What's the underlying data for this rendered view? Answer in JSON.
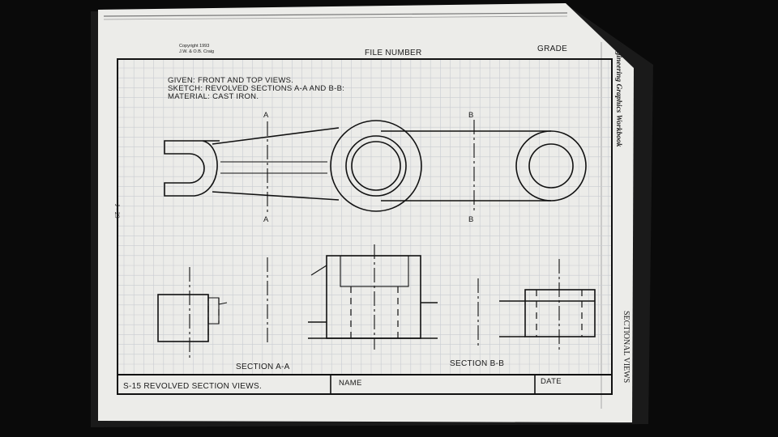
{
  "header": {
    "copyright_line1": "Copyright 1993",
    "copyright_line2": "J.W. & O.B. Craig",
    "file_number_label": "FILE NUMBER",
    "grade_label": "GRADE"
  },
  "given": {
    "line1": "GIVEN: FRONT AND TOP VIEWS.",
    "line2": "SKETCH: REVOLVED SECTIONS A-A AND B-B:",
    "line3": "MATERIAL: CAST IRON."
  },
  "cutting_planes": {
    "a_top": "A",
    "a_bottom": "A",
    "b_top": "B",
    "b_bottom": "B"
  },
  "section_labels": {
    "aa": "SECTION A-A",
    "bb": "SECTION B-B"
  },
  "title_block": {
    "title": "S-15 REVOLVED SECTION VIEWS.",
    "name_label": "NAME",
    "date_label": "DATE"
  },
  "side": {
    "page_number": "J - 29",
    "workbook": "Engineering Graphics Workbook",
    "chapter": "SECTIONAL VIEWS"
  }
}
